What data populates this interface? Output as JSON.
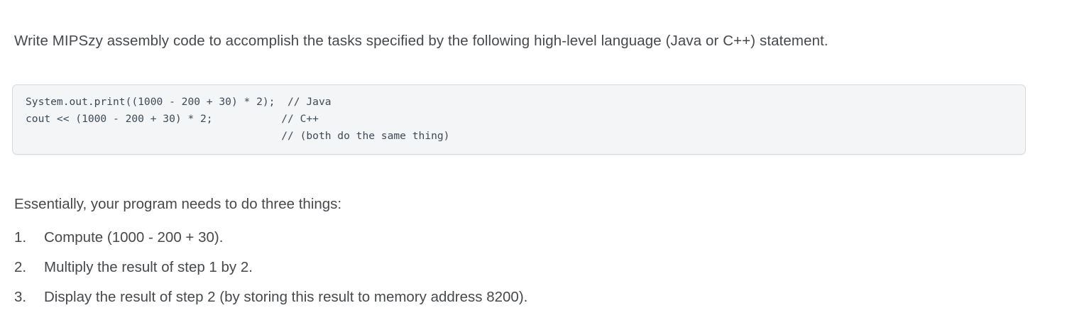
{
  "document": {
    "intro_paragraph": "Write MIPSzy assembly code to accomplish the tasks specified by the following high-level language (Java or C++) statement.",
    "code_block": {
      "language_label": "java-cpp-snippet",
      "lines": [
        "System.out.print((1000 - 200 + 30) * 2);  // Java",
        "cout << (1000 - 200 + 30) * 2;           // C++",
        "                                         // (both do the same thing)"
      ],
      "text": "System.out.print((1000 - 200 + 30) * 2);  // Java\ncout << (1000 - 200 + 30) * 2;           // C++\n                                         // (both do the same thing)",
      "background_color": "#f4f5f6",
      "border_color": "#d6dadd",
      "text_color": "#3c4a57"
    },
    "lead_line": "Essentially, your program needs to do three things:",
    "tasks": [
      {
        "marker": "1.",
        "text": "Compute (1000 - 200 + 30)."
      },
      {
        "marker": "2.",
        "text": "Multiply the result of step 1 by 2."
      },
      {
        "marker": "3.",
        "text": "Display the result of step 2 (by storing this result to memory address 8200)."
      }
    ],
    "body_text_color": "#46494c",
    "page_background": "#ffffff"
  }
}
